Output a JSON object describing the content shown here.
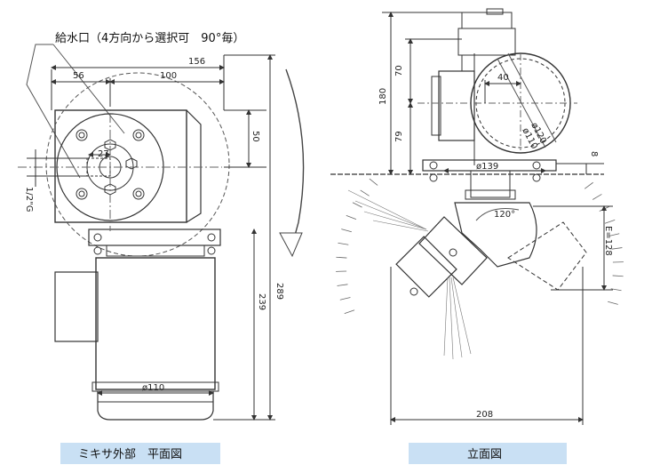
{
  "callout_note": "給水口（4方向から選択可　90°毎）",
  "captions": {
    "plan": "ミキサ外部　平面図",
    "elevation": "立面図"
  },
  "plan_dims": {
    "d56": "56",
    "d100": "100",
    "d156": "156",
    "d50": "50",
    "d27": "27",
    "d289": "289",
    "d239": "239",
    "d110": "ø110",
    "pipe": "1/2\"G"
  },
  "elev_dims": {
    "d70": "70",
    "d180": "180",
    "d79": "79",
    "d40": "40",
    "d120": "ø120",
    "d110": "ø110",
    "d139": "ø139",
    "d8": "8",
    "d120deg": "120°",
    "e128": "E=128",
    "d208": "208"
  },
  "colors": {
    "caption_bg": "#c9e0f4",
    "line": "#333333"
  }
}
